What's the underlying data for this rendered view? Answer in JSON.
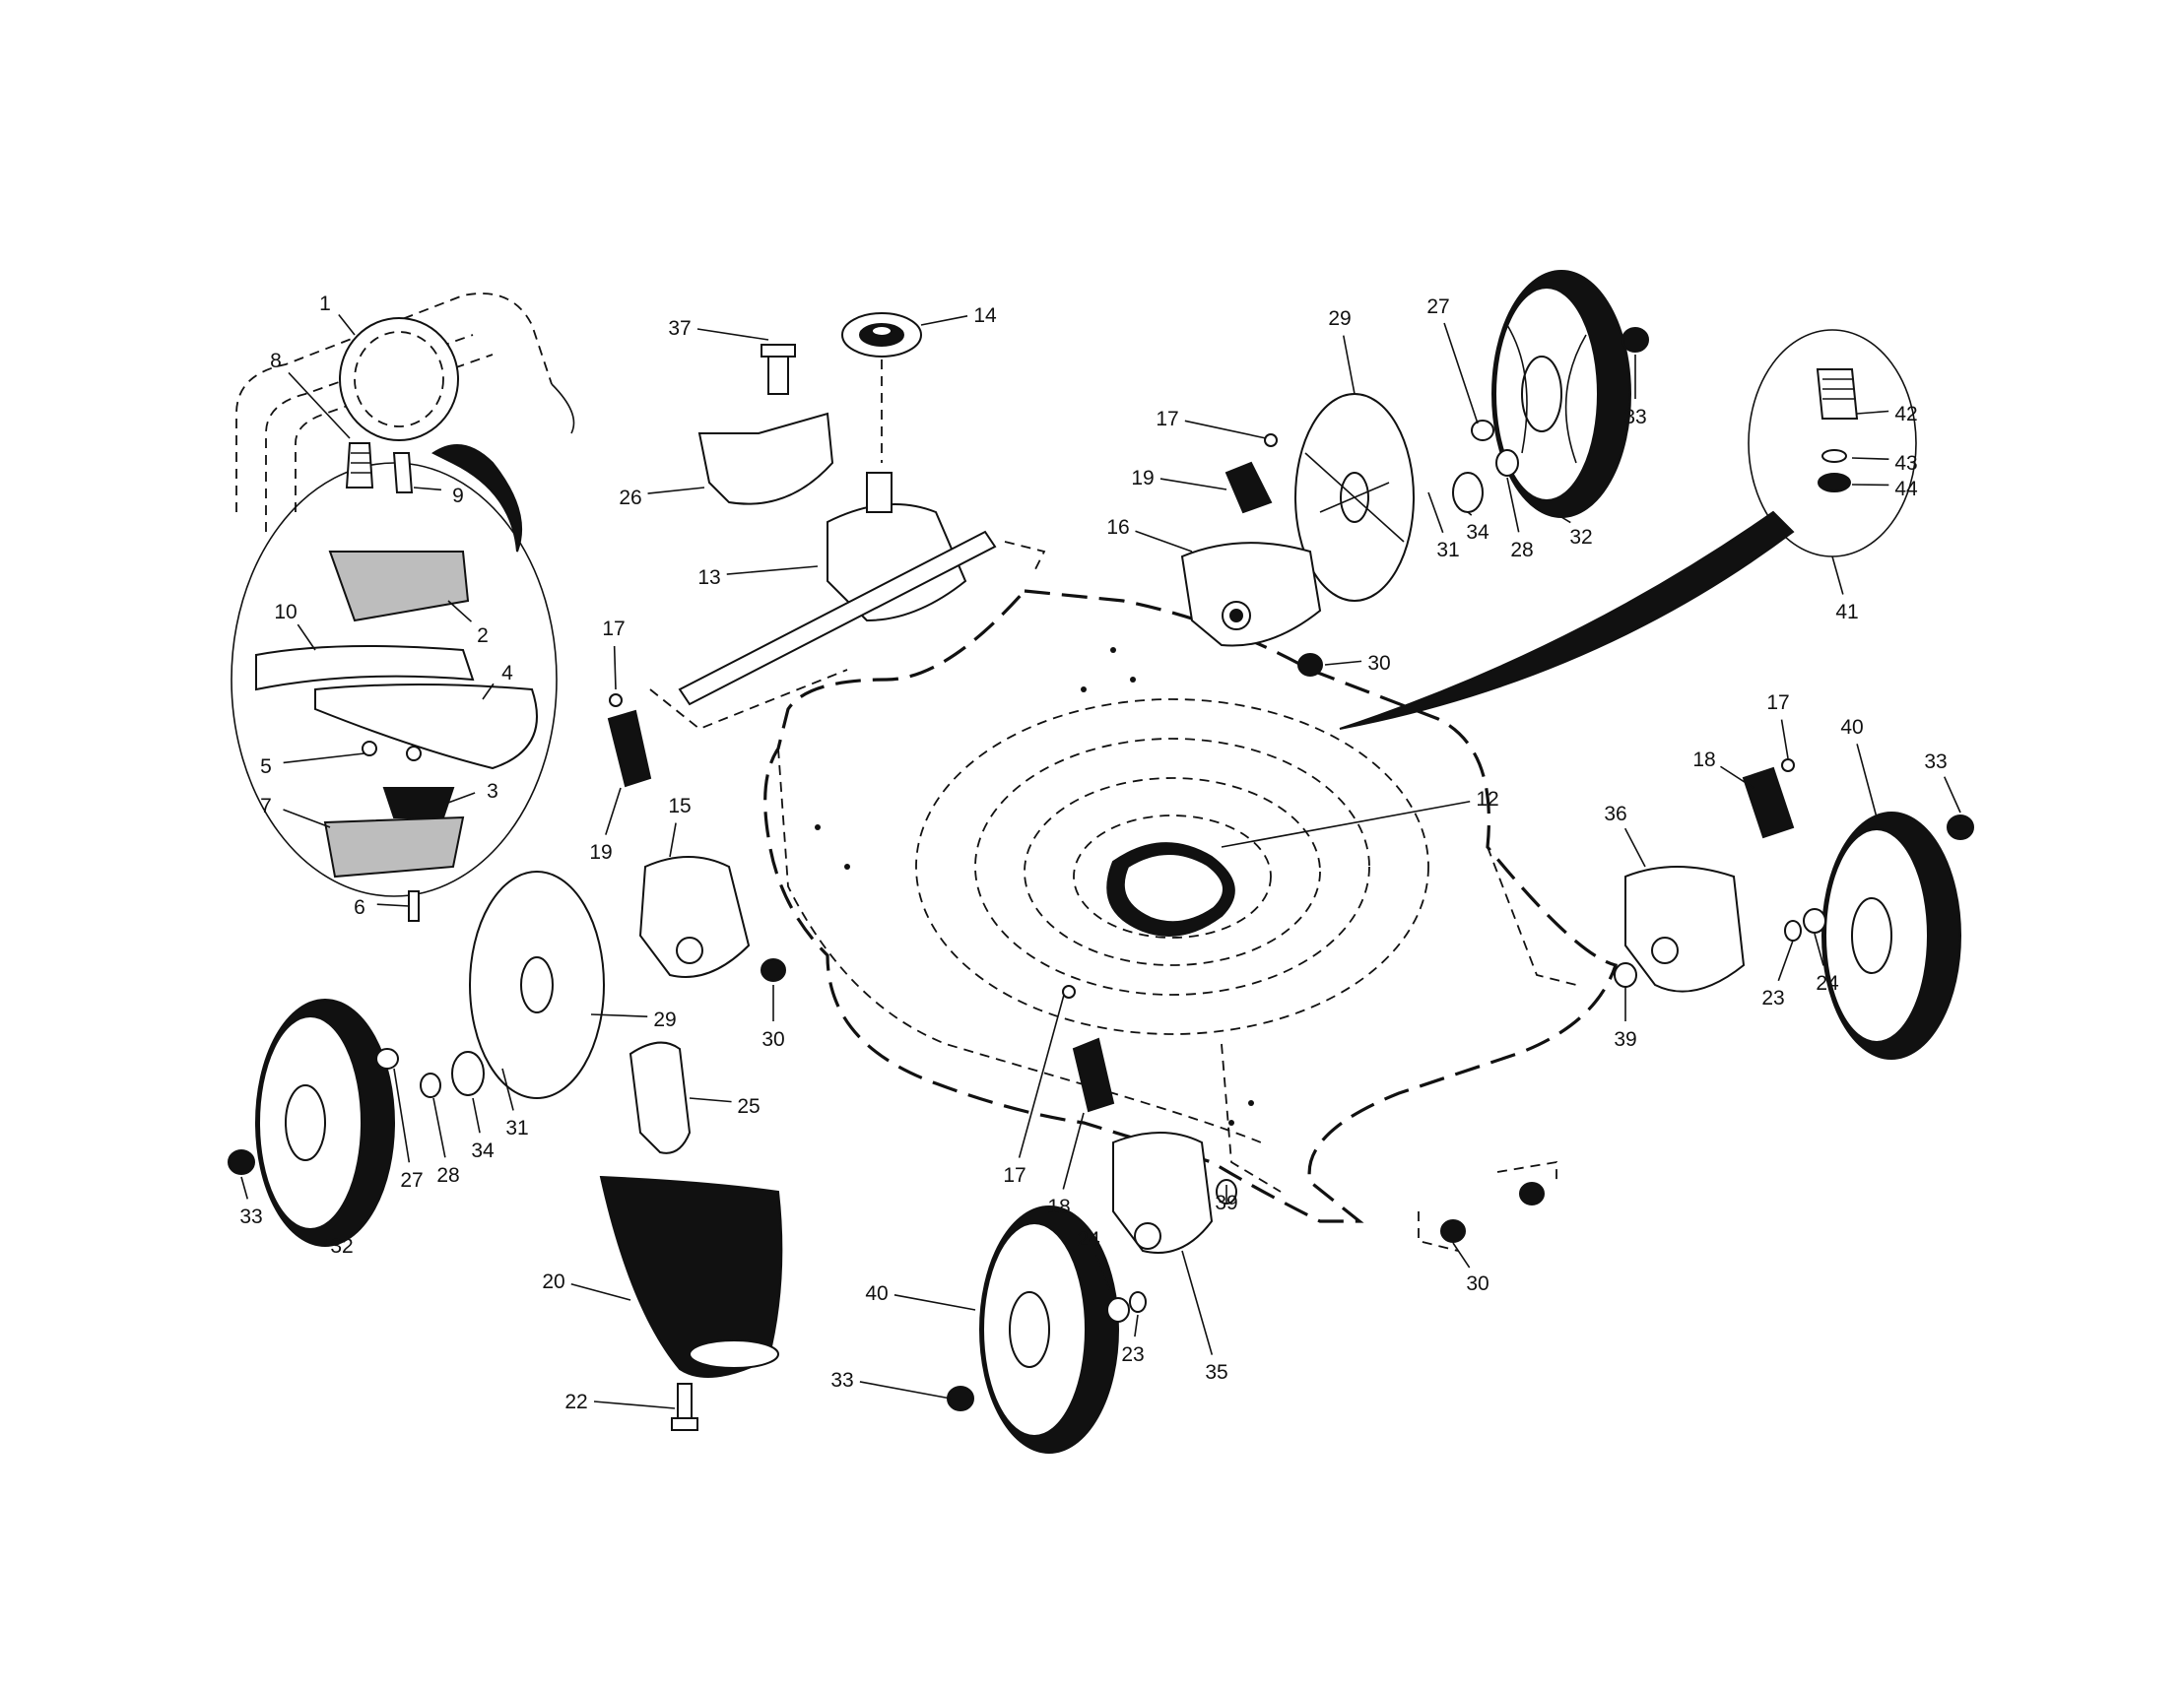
{
  "diagram": {
    "callouts": [
      {
        "id": "c1",
        "text": "1"
      },
      {
        "id": "c8",
        "text": "8"
      },
      {
        "id": "c9",
        "text": "9"
      },
      {
        "id": "c2",
        "text": "2"
      },
      {
        "id": "c10",
        "text": "10"
      },
      {
        "id": "c4",
        "text": "4"
      },
      {
        "id": "c5",
        "text": "5"
      },
      {
        "id": "c3",
        "text": "3"
      },
      {
        "id": "c7",
        "text": "7"
      },
      {
        "id": "c6",
        "text": "6"
      },
      {
        "id": "c37",
        "text": "37"
      },
      {
        "id": "c14",
        "text": "14"
      },
      {
        "id": "c26",
        "text": "26"
      },
      {
        "id": "c13",
        "text": "13"
      },
      {
        "id": "c17a",
        "text": "17"
      },
      {
        "id": "c19a",
        "text": "19"
      },
      {
        "id": "c16",
        "text": "16"
      },
      {
        "id": "c29a",
        "text": "29"
      },
      {
        "id": "c27a",
        "text": "27"
      },
      {
        "id": "c33a",
        "text": "33"
      },
      {
        "id": "c32a",
        "text": "32"
      },
      {
        "id": "c28a",
        "text": "28"
      },
      {
        "id": "c34a",
        "text": "34"
      },
      {
        "id": "c31a",
        "text": "31"
      },
      {
        "id": "c30a",
        "text": "30"
      },
      {
        "id": "c42",
        "text": "42"
      },
      {
        "id": "c43",
        "text": "43"
      },
      {
        "id": "c44",
        "text": "44"
      },
      {
        "id": "c41",
        "text": "41"
      },
      {
        "id": "c17b",
        "text": "17"
      },
      {
        "id": "c19b",
        "text": "19"
      },
      {
        "id": "c15",
        "text": "15"
      },
      {
        "id": "c12",
        "text": "12"
      },
      {
        "id": "c17c",
        "text": "17"
      },
      {
        "id": "c18a",
        "text": "18"
      },
      {
        "id": "c40a",
        "text": "40"
      },
      {
        "id": "c33b",
        "text": "33"
      },
      {
        "id": "c36",
        "text": "36"
      },
      {
        "id": "c23a",
        "text": "23"
      },
      {
        "id": "c24a",
        "text": "24"
      },
      {
        "id": "c39a",
        "text": "39"
      },
      {
        "id": "c29b",
        "text": "29"
      },
      {
        "id": "c30b",
        "text": "30"
      },
      {
        "id": "c25",
        "text": "25"
      },
      {
        "id": "c27b",
        "text": "27"
      },
      {
        "id": "c28b",
        "text": "28"
      },
      {
        "id": "c34b",
        "text": "34"
      },
      {
        "id": "c31b",
        "text": "31"
      },
      {
        "id": "c33c",
        "text": "33"
      },
      {
        "id": "c32b",
        "text": "32"
      },
      {
        "id": "c17d",
        "text": "17"
      },
      {
        "id": "c18b",
        "text": "18"
      },
      {
        "id": "c20",
        "text": "20"
      },
      {
        "id": "c24b",
        "text": "24"
      },
      {
        "id": "c23b",
        "text": "23"
      },
      {
        "id": "c39b",
        "text": "39"
      },
      {
        "id": "c35",
        "text": "35"
      },
      {
        "id": "c40b",
        "text": "40"
      },
      {
        "id": "c33d",
        "text": "33"
      },
      {
        "id": "c22",
        "text": "22"
      },
      {
        "id": "c30c",
        "text": "30"
      }
    ]
  }
}
